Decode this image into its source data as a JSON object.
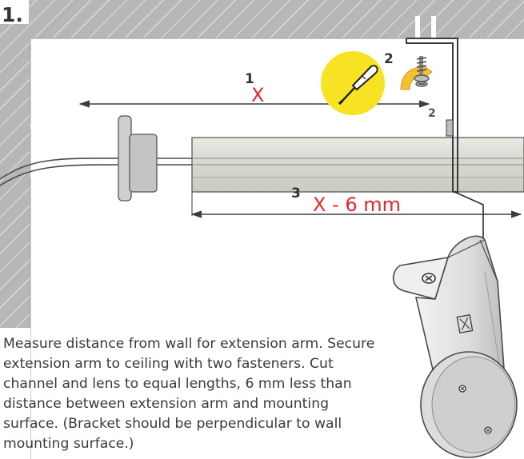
{
  "step_number": "1.",
  "labels": {
    "callout_1": "1",
    "callout_2": "2",
    "callout_2_small": "2",
    "callout_3": "3",
    "distance_x": "X",
    "distance_x_minus": "X - 6 mm"
  },
  "colors": {
    "accent_red": "#e5262b",
    "highlight_yellow": "#f7e323",
    "wall_gray": "#b3b3b3",
    "line_dark": "#3c3c3c"
  },
  "icons": [
    "screwdriver-icon",
    "screw-icon",
    "rotate-arrow-icon",
    "bracket-logo-icon"
  ],
  "caption": "Measure distance from wall for extension arm. Secure extension arm to ceiling with two fasteners. Cut channel and lens to equal lengths, 6 mm less than distance between extension arm and mounting surface. (Bracket should be perpendicular to wall mounting surface.)"
}
